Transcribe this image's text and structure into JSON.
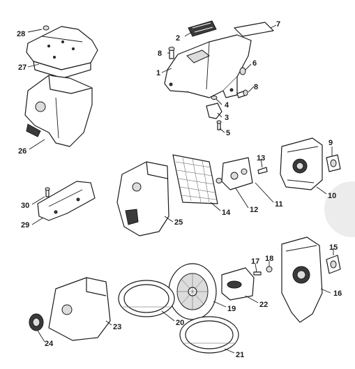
{
  "diagram": {
    "type": "exploded-parts-diagram",
    "callouts": [
      "28",
      "2",
      "7",
      "8",
      "27",
      "1",
      "6",
      "8",
      "4",
      "3",
      "5",
      "26",
      "13",
      "9",
      "11",
      "10",
      "30",
      "12",
      "14",
      "29",
      "25",
      "15",
      "17",
      "18",
      "16",
      "22",
      "19",
      "20",
      "23",
      "24",
      "21"
    ]
  }
}
